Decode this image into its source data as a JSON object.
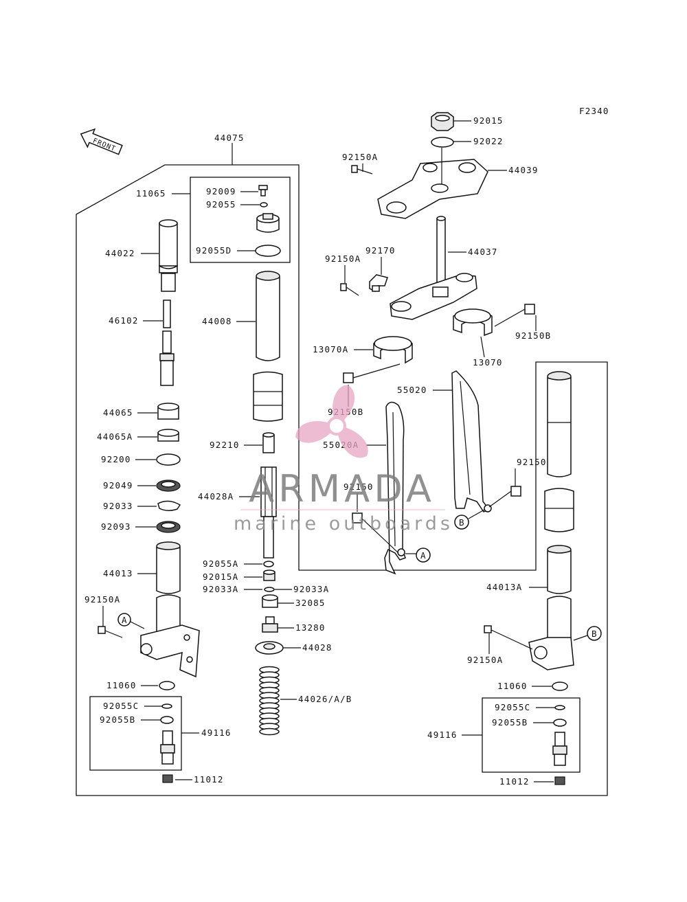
{
  "figure_code": "F2340",
  "front_label": "FRONT",
  "watermark": {
    "brand": "ARMADA",
    "tagline": "marine outboards",
    "logo": "propeller-logo",
    "color": "#e8a6c3"
  },
  "parts": {
    "p44075": "44075",
    "p11065": "11065",
    "p92009": "92009",
    "p92055": "92055",
    "p92055D": "92055D",
    "p44022": "44022",
    "p46102": "46102",
    "p44008": "44008",
    "p44065": "44065",
    "p44065A": "44065A",
    "p92200": "92200",
    "p92049": "92049",
    "p92033": "92033",
    "p92093": "92093",
    "p92210": "92210",
    "p44028A": "44028A",
    "p44013": "44013",
    "p92150A_l": "92150A",
    "p92055A": "92055A",
    "p92015A": "92015A",
    "p92033A_l": "92033A",
    "p92033A_r": "92033A",
    "p32085": "32085",
    "p13280": "13280",
    "p44028": "44028",
    "p44026": "44026/A/B",
    "p11060_l": "11060",
    "p92055C_l": "92055C",
    "p92055B_l": "92055B",
    "p49116_l": "49116",
    "p11012_l": "11012",
    "p92015": "92015",
    "p92022": "92022",
    "p92150A_top": "92150A",
    "p44039": "44039",
    "p92170": "92170",
    "p92150A_mid": "92150A",
    "p44037": "44037",
    "p92150B_r": "92150B",
    "p13070": "13070",
    "p13070A": "13070A",
    "p92150B_c": "92150B",
    "p55020": "55020",
    "p55020A": "55020A",
    "p92150_r": "92150",
    "p92150_c": "92150",
    "p44013A": "44013A",
    "p92150A_r": "92150A",
    "p11060_r": "11060",
    "p92055C_r": "92055C",
    "p92055B_r": "92055B",
    "p49116_r": "49116",
    "p11012_r": "11012"
  },
  "callouts": {
    "A": "A",
    "B": "B"
  }
}
